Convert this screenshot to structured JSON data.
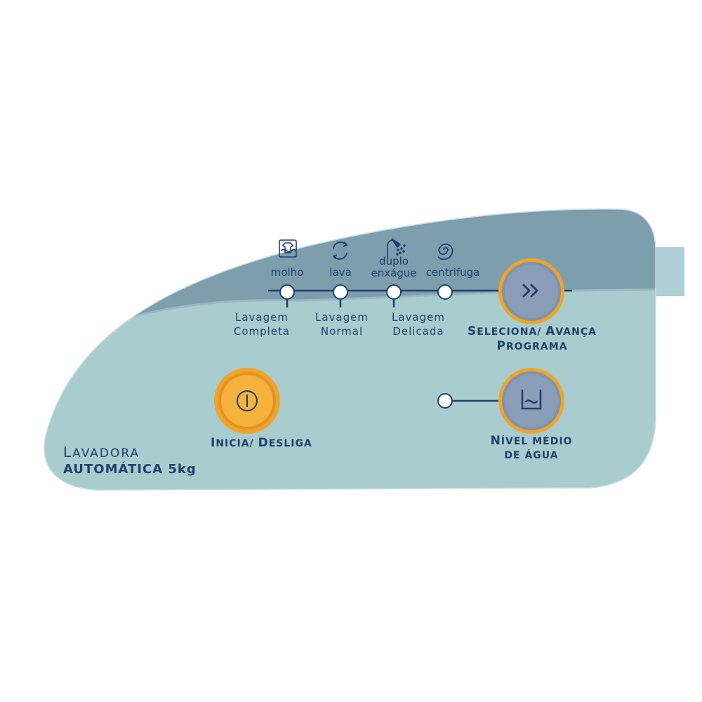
{
  "colors": {
    "panel_light": "#a9cdce",
    "panel_dark": "#7d9ead",
    "text_navy": "#1f3f6d",
    "button_orange": "#f0a42a",
    "button_gray": "#8a9eb8"
  },
  "cycle_stages": {
    "molho": "molho",
    "lava": "lava",
    "duplo_line1": "duplo",
    "duplo_line2": "enxágue",
    "centrifuga": "centrifuga"
  },
  "programs": {
    "completa_line1": "Lavagem",
    "completa_line2": "Completa",
    "normal_line1": "Lavagem",
    "normal_line2": "Normal",
    "delicada_line1": "Lavagem",
    "delicada_line2": "Delicada"
  },
  "buttons": {
    "seleciona": {
      "l1_initial": "S",
      "l1_rest": "ELECIONA/ ",
      "l1_initial2": "A",
      "l1_rest2": "VANÇA",
      "l2_initial": "P",
      "l2_rest": "ROGRAMA",
      "icon": "double-chevron-right-icon"
    },
    "inicia": {
      "initial": "I",
      "rest": "NICIA/ ",
      "initial2": "D",
      "rest2": "ESLIGA",
      "icon": "power-icon"
    },
    "nivel": {
      "l1_initial": "N",
      "l1_rest": "ÍVEL MÉDIO",
      "l2": "DE ÁGUA",
      "icon": "water-level-icon"
    }
  },
  "branding": {
    "line1_initial": "L",
    "line1_rest": "AVADORA",
    "line2": "AUTOMÁTICA 5kg"
  },
  "icons": [
    "soak-icon",
    "wash-cycle-icon",
    "rinse-shower-icon",
    "spin-spiral-icon"
  ]
}
